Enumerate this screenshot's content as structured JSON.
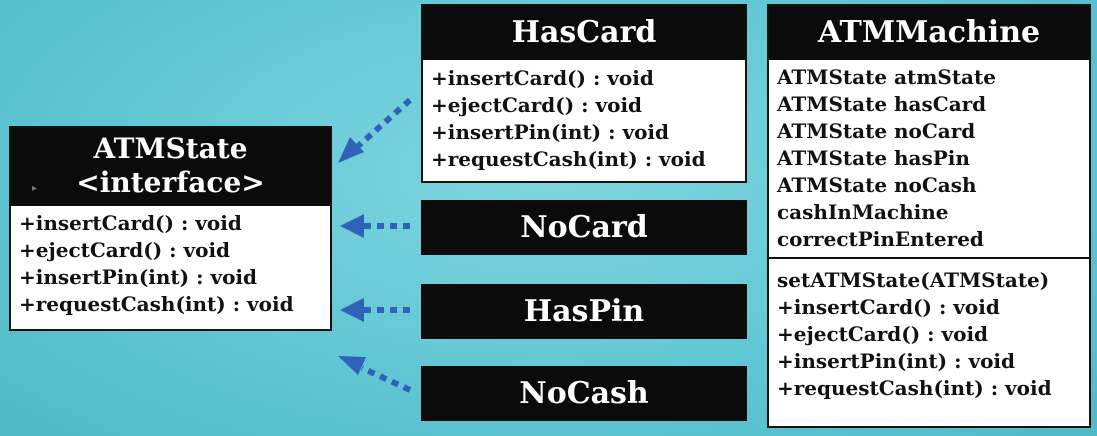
{
  "colors": {
    "background": "#62c7d4",
    "header": "#0b0b0b",
    "arrow": "#2f62b8"
  },
  "atm_state": {
    "title": "ATMState",
    "stereotype": "<interface>",
    "methods": [
      "+insertCard() : void",
      "+ejectCard() : void",
      "+insertPin(int) : void",
      "+requestCash(int) : void"
    ]
  },
  "has_card": {
    "title": "HasCard",
    "methods": [
      "+insertCard() : void",
      "+ejectCard() : void",
      "+insertPin(int) : void",
      "+requestCash(int) : void"
    ]
  },
  "no_card": {
    "title": "NoCard"
  },
  "has_pin": {
    "title": "HasPin"
  },
  "no_cash": {
    "title": "NoCash"
  },
  "atm_machine": {
    "title": "ATMMachine",
    "attributes": [
      "ATMState atmState",
      "ATMState hasCard",
      "ATMState noCard",
      "ATMState hasPin",
      "ATMState noCash",
      "cashInMachine",
      "correctPinEntered"
    ],
    "methods": [
      "setATMState(ATMState)",
      "+insertCard() : void",
      "+ejectCard() : void",
      "+insertPin(int) : void",
      "+requestCash(int) : void"
    ]
  }
}
